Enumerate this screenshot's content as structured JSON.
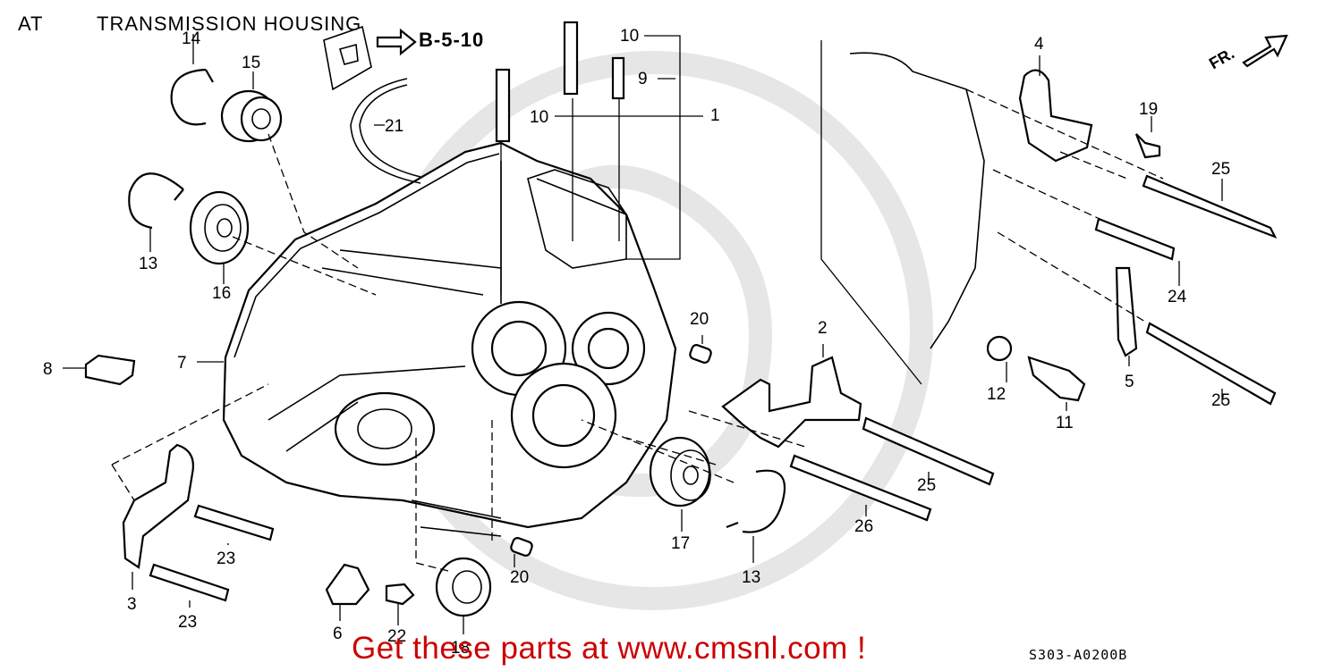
{
  "header": {
    "prefix": "AT",
    "title": "TRANSMISSION HOUSING",
    "reference": "B-5-10"
  },
  "direction_label": "FR.",
  "part_callouts": {
    "c1": "1",
    "c2": "2",
    "c3": "3",
    "c4": "4",
    "c5": "5",
    "c6": "6",
    "c7": "7",
    "c8": "8",
    "c9": "9",
    "c10a": "10",
    "c10b": "10",
    "c11": "11",
    "c12": "12",
    "c13a": "13",
    "c13b": "13",
    "c14": "14",
    "c15": "15",
    "c16": "16",
    "c17": "17",
    "c18": "18",
    "c19": "19",
    "c20a": "20",
    "c20b": "20",
    "c21": "21",
    "c22": "22",
    "c23a": "23",
    "c23b": "23",
    "c24": "24",
    "c25a": "25",
    "c25b": "25",
    "c25c": "25",
    "c26": "26"
  },
  "footer": {
    "promo": "Get these parts at www.cmsnl.com !",
    "diagram_code": "S303-A0200B"
  },
  "colors": {
    "line": "#000000",
    "promo": "#cc0000",
    "watermark": "#e6e6e6",
    "background": "#ffffff"
  }
}
